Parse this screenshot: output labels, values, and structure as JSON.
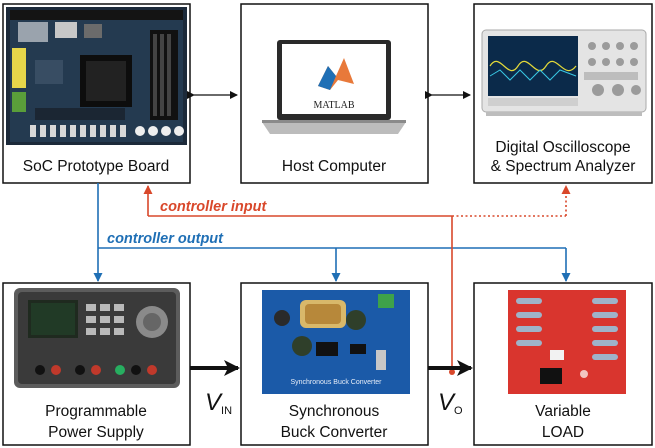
{
  "boxes": {
    "soc": {
      "caption": "SoC Prototype Board"
    },
    "host": {
      "caption": "Host Computer",
      "screen_text": "MATLAB"
    },
    "scope": {
      "caption_line1": "Digital Oscilloscope",
      "caption_line2": "& Spectrum Analyzer"
    },
    "psu": {
      "caption_line1": "Programmable",
      "caption_line2": "Power Supply"
    },
    "buck": {
      "caption_line1": "Synchronous",
      "caption_line2": "Buck Converter",
      "board_text": "Synchronous Buck Converter"
    },
    "load": {
      "caption_line1": "Variable",
      "caption_line2": "LOAD"
    }
  },
  "signals": {
    "controller_input": "controller input",
    "controller_output": "controller output",
    "vin_main": "V",
    "vin_sub": "IN",
    "vo_main": "V",
    "vo_sub": "O"
  },
  "colors": {
    "controller_input": "#d9482b",
    "controller_output": "#1f6fb5",
    "frame": "#111111"
  }
}
